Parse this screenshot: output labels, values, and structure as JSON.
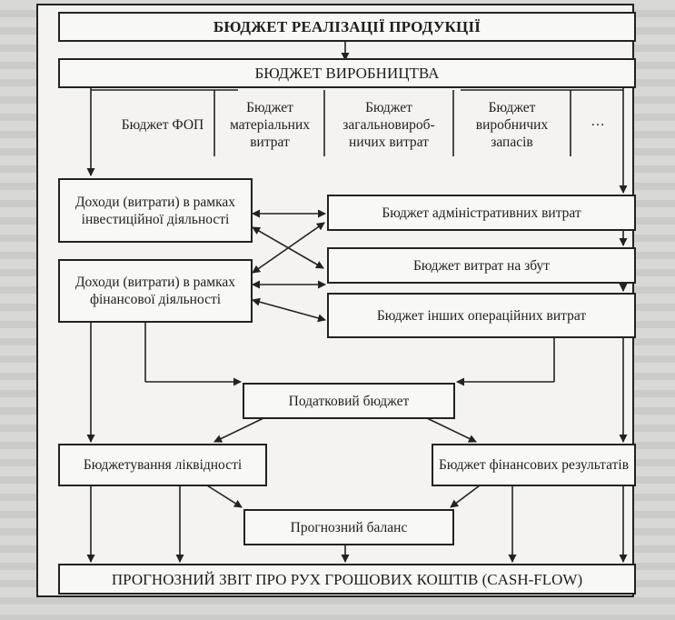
{
  "diagram": {
    "sales_budget": "БЮДЖЕТ РЕАЛІЗАЦІЇ ПРОДУКЦІЇ",
    "production_budget": "БЮДЖЕТ ВИРОБНИЦТВА",
    "sub_budgets": {
      "payroll": "Бюджет ФОП",
      "materials": "Бюджет матеріальних витрат",
      "overhead": "Бюджет загальновироб- ничих витрат",
      "inventory": "Бюджет виробничих запасів",
      "more": "…"
    },
    "investment": "Доходи (витрати) в рамках інвестиційної діяльності",
    "admin": "Бюджет адміністративних витрат",
    "selling": "Бюджет витрат на збут",
    "financial": "Доходи (витрати) в рамках фінансової діяльності",
    "other_operating": "Бюджет інших операційних витрат",
    "tax": "Податковий бюджет",
    "liquidity": "Бюджетування ліквідності",
    "financial_results": "Бюджет фінансових результатів",
    "forecast_balance": "Прогнозний баланс",
    "cash_flow": "ПРОГНОЗНИЙ ЗВІТ ПРО РУХ ГРОШОВИХ КОШТІВ (CASH-FLOW)"
  }
}
